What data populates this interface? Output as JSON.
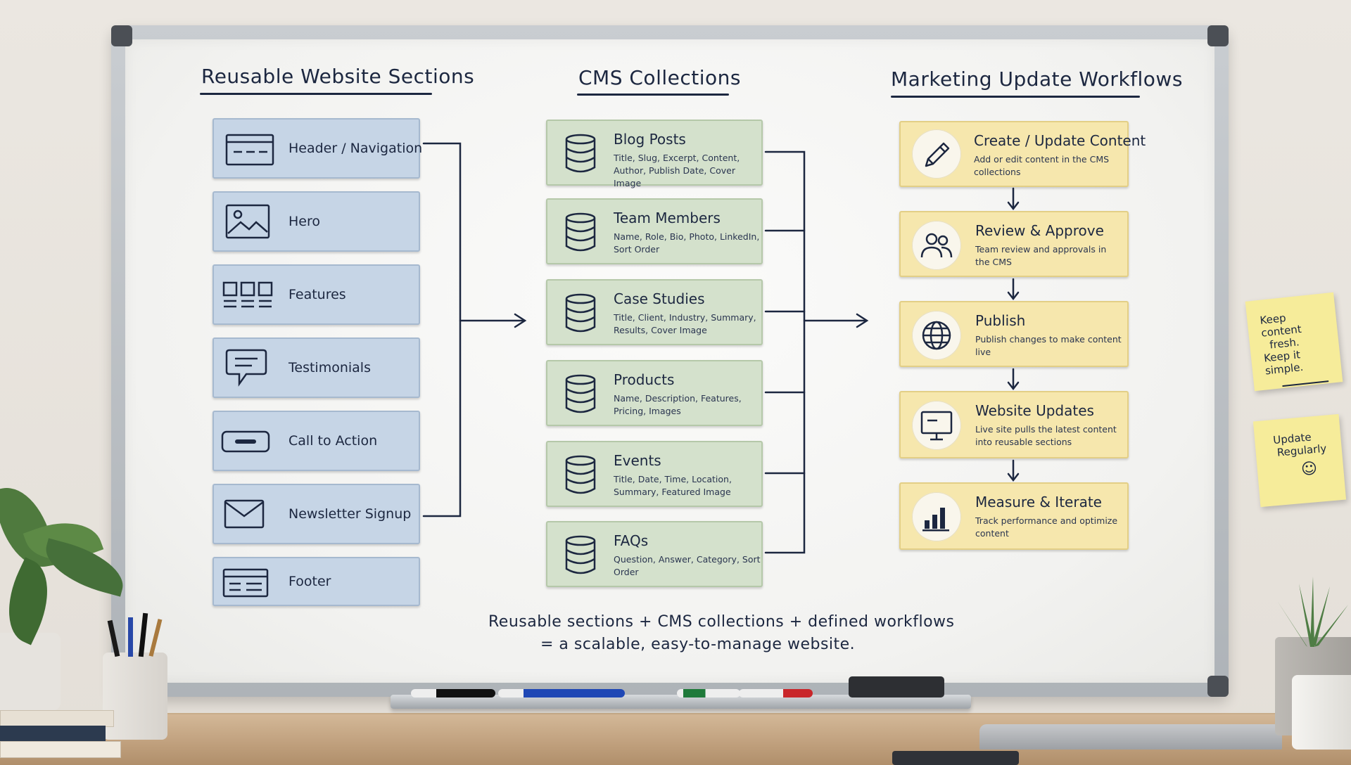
{
  "titles": {
    "sections": "Reusable Website Sections",
    "cms": "CMS Collections",
    "workflows": "Marketing Update Workflows"
  },
  "sections": [
    {
      "label": "Header / Navigation",
      "icon": "header-nav-icon"
    },
    {
      "label": "Hero",
      "icon": "image-icon"
    },
    {
      "label": "Features",
      "icon": "features-grid-icon"
    },
    {
      "label": "Testimonials",
      "icon": "speech-bubble-icon"
    },
    {
      "label": "Call to Action",
      "icon": "button-icon"
    },
    {
      "label": "Newsletter Signup",
      "icon": "envelope-icon"
    },
    {
      "label": "Footer",
      "icon": "footer-icon"
    }
  ],
  "collections": [
    {
      "title": "Blog Posts",
      "fields": "Title, Slug, Excerpt, Content, Author, Publish Date, Cover Image"
    },
    {
      "title": "Team Members",
      "fields": "Name, Role, Bio, Photo, LinkedIn, Sort Order"
    },
    {
      "title": "Case Studies",
      "fields": "Title, Client, Industry, Summary, Results, Cover Image"
    },
    {
      "title": "Products",
      "fields": "Name, Description, Features, Pricing, Images"
    },
    {
      "title": "Events",
      "fields": "Title, Date, Time, Location, Summary, Featured Image"
    },
    {
      "title": "FAQs",
      "fields": "Question, Answer, Category, Sort Order"
    }
  ],
  "workflows": [
    {
      "title": "Create / Update Content",
      "desc": "Add or edit content in the CMS collections",
      "icon": "pencil-icon"
    },
    {
      "title": "Review & Approve",
      "desc": "Team review and approvals in the CMS",
      "icon": "people-icon"
    },
    {
      "title": "Publish",
      "desc": "Publish changes to make content live",
      "icon": "globe-icon"
    },
    {
      "title": "Website Updates",
      "desc": "Live site pulls the latest content into reusable sections",
      "icon": "monitor-icon"
    },
    {
      "title": "Measure & Iterate",
      "desc": "Track performance and optimize content",
      "icon": "bar-chart-icon"
    }
  ],
  "footer": {
    "line1": "Reusable sections + CMS collections + defined workflows",
    "line2": "= a scalable, easy-to-manage website."
  },
  "notes": {
    "note1": [
      "Keep content",
      "fresh.",
      "Keep it simple."
    ],
    "note2": [
      "Update",
      "Regularly",
      "☺"
    ]
  },
  "colors": {
    "section_card": "#c6d5e6",
    "cms_card": "#d4e1cc",
    "workflow_card": "#f6e7ad",
    "ink": "#1c2740",
    "sticky_note": "#f6ec9a"
  }
}
